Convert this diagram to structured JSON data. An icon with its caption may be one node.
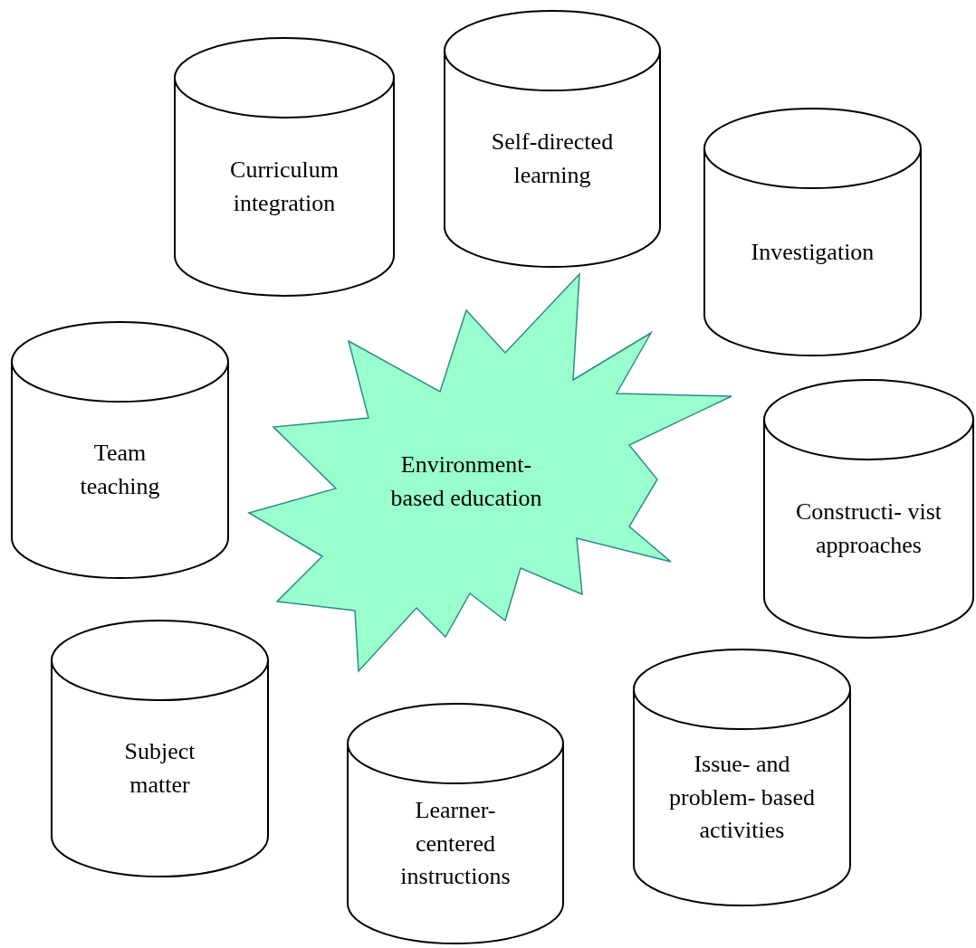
{
  "diagram": {
    "nodes": [
      {
        "text": [
          "Curriculum integration"
        ]
      },
      {
        "text": [
          "Self-directed learning"
        ]
      },
      {
        "text": [
          "Investigation"
        ]
      },
      {
        "text": [
          "Team teaching"
        ]
      },
      {
        "text": [
          "Environment- based education"
        ]
      },
      {
        "text": [
          "Constructi- vist approaches"
        ]
      },
      {
        "text": [
          "Subject matter"
        ]
      },
      {
        "text": [
          "Learner- centered instructions"
        ]
      },
      {
        "text": [
          "Issue- and problem- based activities"
        ]
      }
    ]
  }
}
